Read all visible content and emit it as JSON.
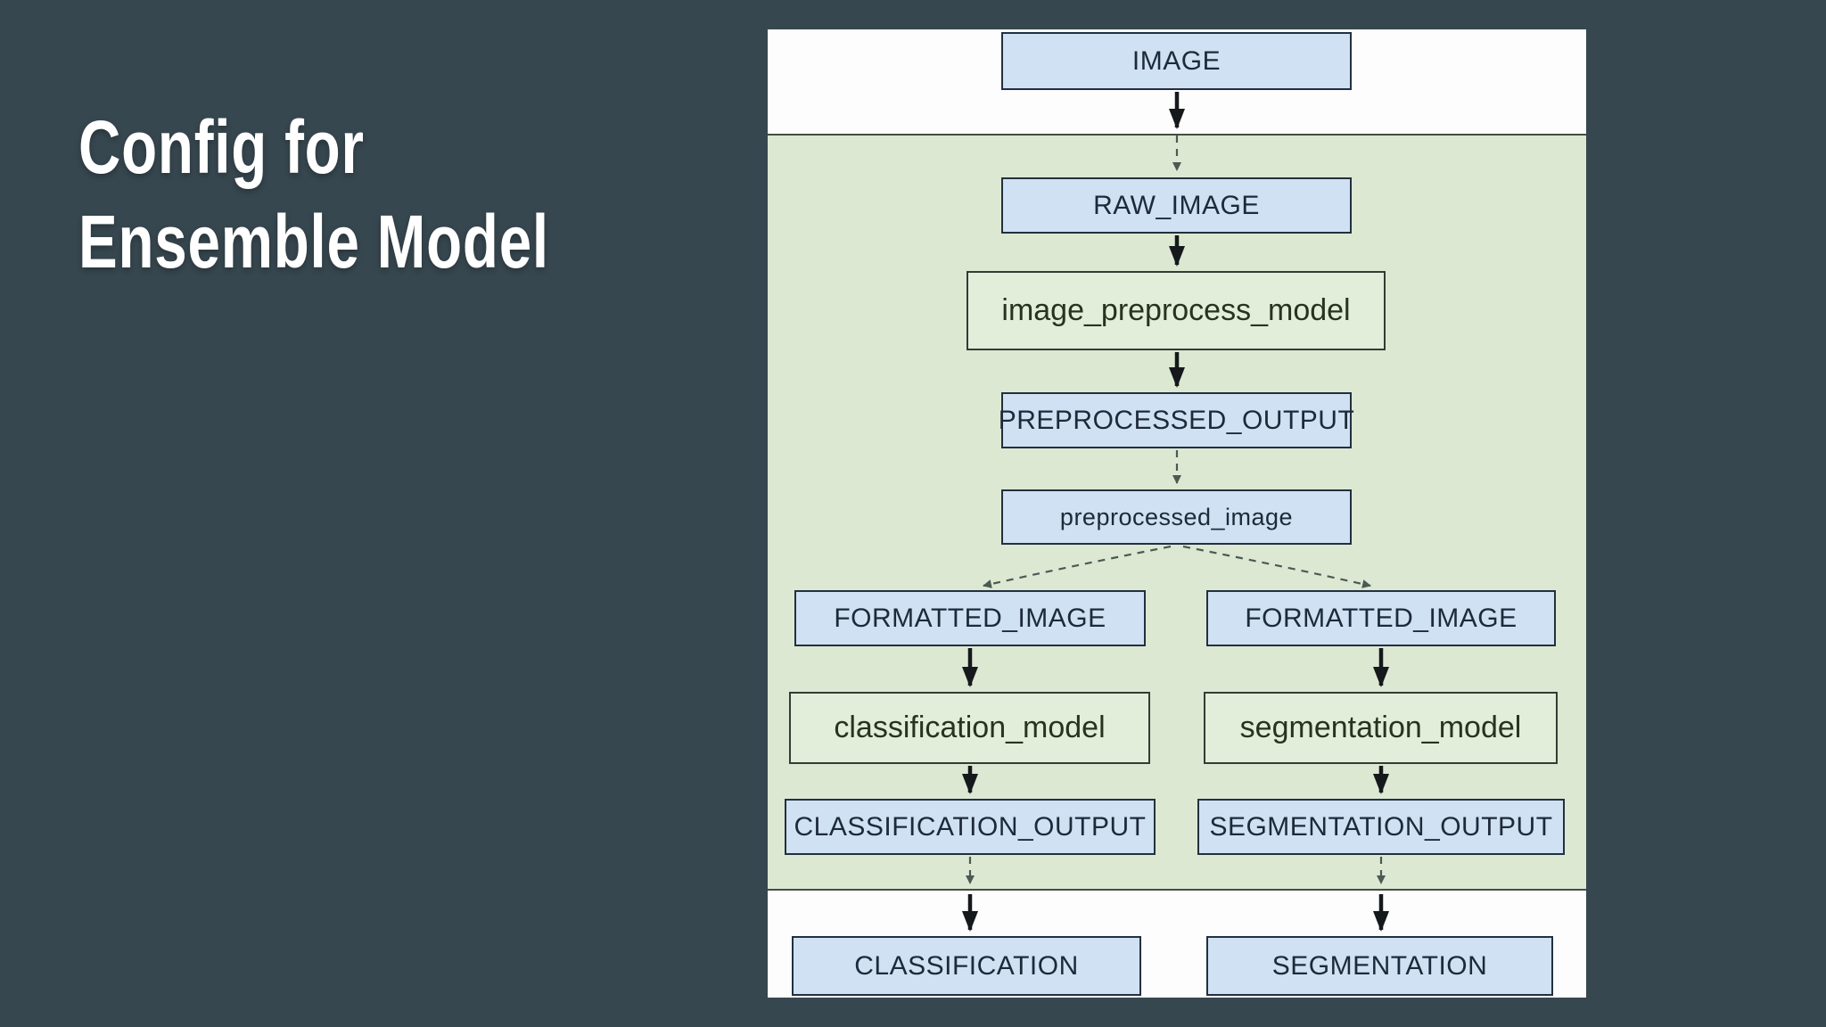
{
  "slide": {
    "title_lines": [
      "Config for",
      "Ensemble Model"
    ]
  },
  "diagram": {
    "nodes": [
      {
        "id": "image",
        "label": "IMAGE",
        "kind": "tensor"
      },
      {
        "id": "raw_image",
        "label": "RAW_IMAGE",
        "kind": "tensor"
      },
      {
        "id": "image_preprocess_model",
        "label": "image_preprocess_model",
        "kind": "model"
      },
      {
        "id": "preprocessed_output",
        "label": "PREPROCESSED_OUTPUT",
        "kind": "tensor"
      },
      {
        "id": "preprocessed_image",
        "label": "preprocessed_image",
        "kind": "tensor"
      },
      {
        "id": "formatted_image_left",
        "label": "FORMATTED_IMAGE",
        "kind": "tensor"
      },
      {
        "id": "formatted_image_right",
        "label": "FORMATTED_IMAGE",
        "kind": "tensor"
      },
      {
        "id": "classification_model",
        "label": "classification_model",
        "kind": "model"
      },
      {
        "id": "segmentation_model",
        "label": "segmentation_model",
        "kind": "model"
      },
      {
        "id": "classification_output",
        "label": "CLASSIFICATION_OUTPUT",
        "kind": "tensor"
      },
      {
        "id": "segmentation_output",
        "label": "SEGMENTATION_OUTPUT",
        "kind": "tensor"
      },
      {
        "id": "classification",
        "label": "CLASSIFICATION",
        "kind": "tensor"
      },
      {
        "id": "segmentation",
        "label": "SEGMENTATION",
        "kind": "tensor"
      }
    ],
    "edge_styles": {
      "solid": "outside ensemble / model step",
      "dashed": "ensemble internal routing"
    },
    "colors": {
      "bg": "#37474f",
      "title": "#ffffff",
      "region": "#dce8d2",
      "io": "#cfe1f3",
      "model": "#e3eeda",
      "solid": "#15191c",
      "dashed": "#4b5a53",
      "text": "#1d2a3a"
    }
  }
}
